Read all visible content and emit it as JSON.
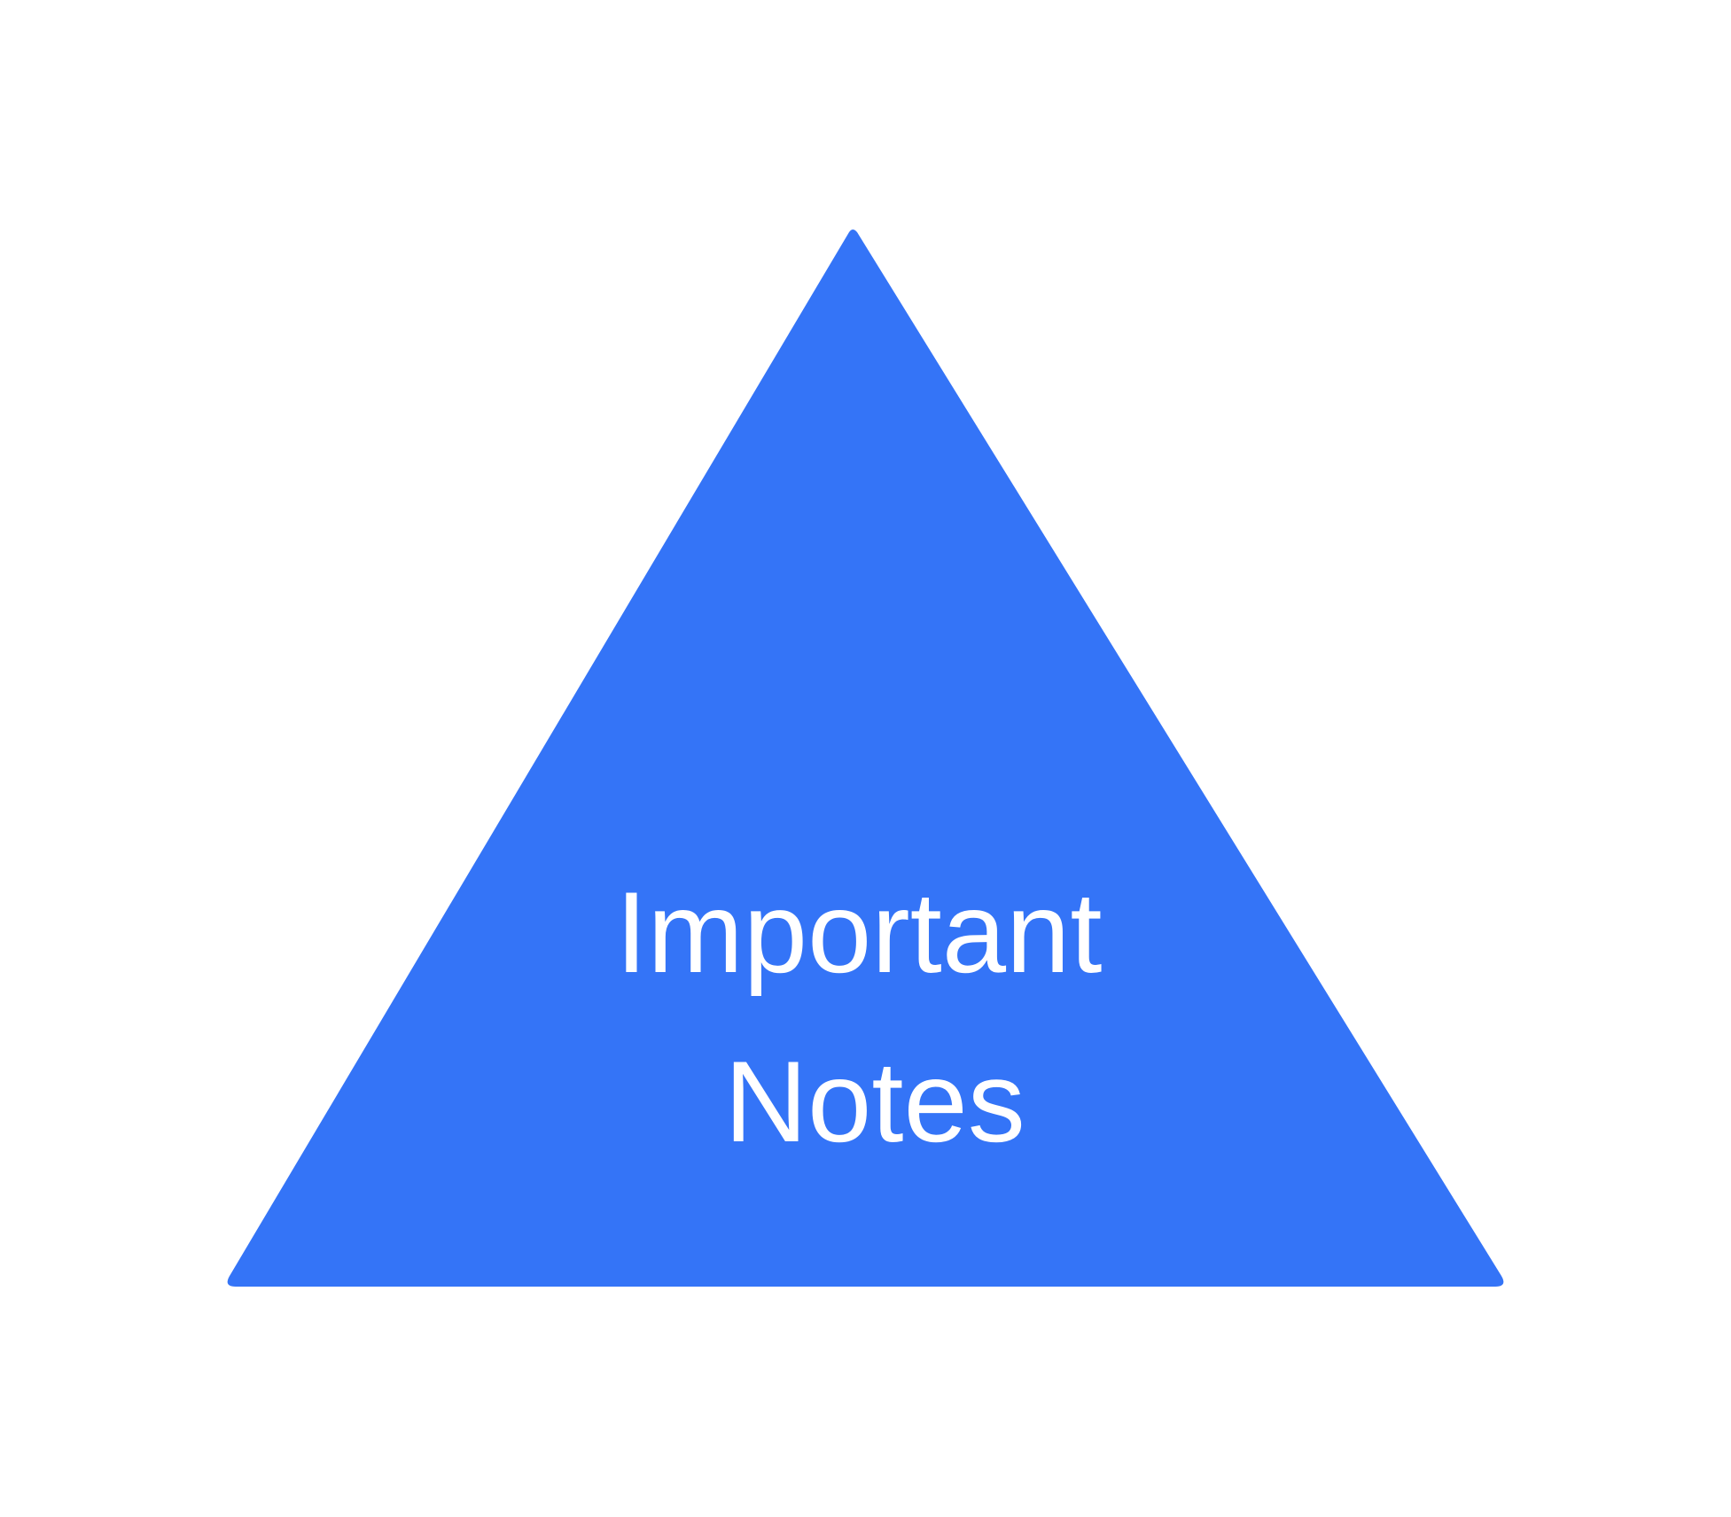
{
  "shape": {
    "type": "triangle",
    "fill_color": "#3474F7",
    "label_lines": [
      "Important",
      "Notes"
    ]
  },
  "colors": {
    "background": "#FFFFFF",
    "label_text": "#FFFFFF"
  }
}
